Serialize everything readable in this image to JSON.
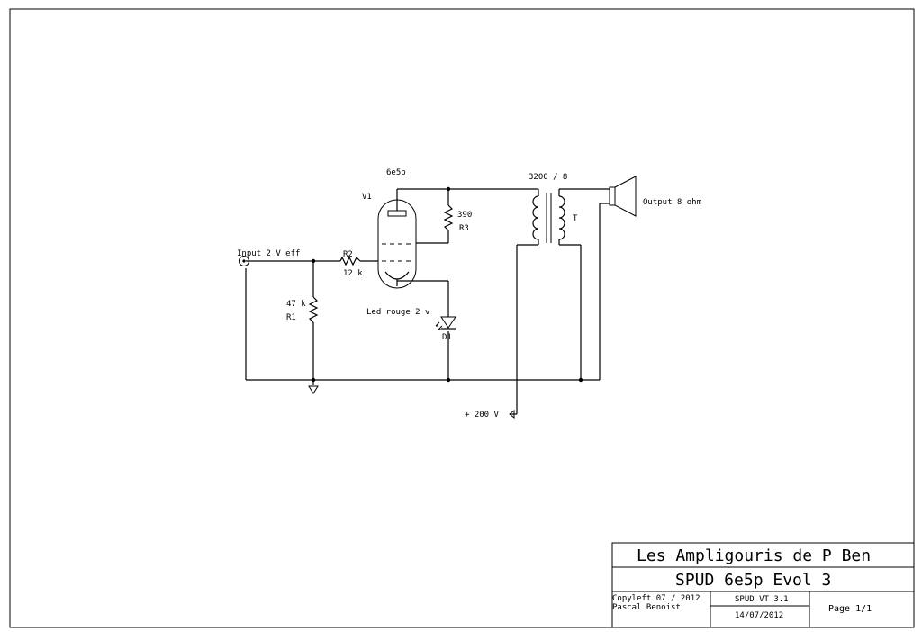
{
  "schematic": {
    "tube_type": "6e5p",
    "tube_ref": "V1",
    "r2_ref": "R2",
    "r2_value": "12 k",
    "r1_value": "47 k",
    "r1_ref": "R1",
    "r3_value": "390",
    "r3_ref": "R3",
    "led_label": "Led rouge 2 v",
    "led_ref": "D1",
    "input_label": "Input 2 V eff",
    "transformer_ratio": "3200 / 8",
    "transformer_ref": "T",
    "output_label": "Output 8 ohm",
    "supply_label": "+ 200 V"
  },
  "title_block": {
    "company": "Les Ampligouris de P Ben",
    "project": "SPUD 6e5p Evol 3",
    "copyleft": "Copyleft  07 / 2012",
    "author": "Pascal Benoist",
    "version": "SPUD VT 3.1",
    "date": "14/07/2012",
    "page": "Page 1/1"
  }
}
